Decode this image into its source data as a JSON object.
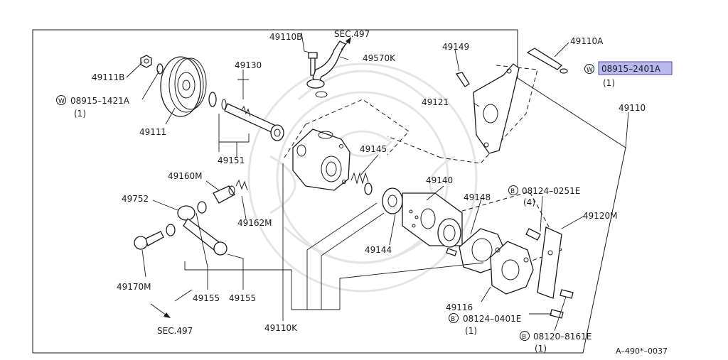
{
  "diagram": {
    "figure_id": "A–490*–0037",
    "labels": {
      "p49110B": "49110B",
      "sec497_top": "SEC.497",
      "p49570K": "49570K",
      "p49149": "49149",
      "p49110A": "49110A",
      "washer_top_marker": "W",
      "washer_top_part": "08915–2401A",
      "washer_top_qty": "(1)",
      "p49111B": "49111B",
      "p49130": "49130",
      "washer_left_marker": "W",
      "washer_left_part": "08915–1421A",
      "washer_left_qty": "(1)",
      "p49121": "49121",
      "p49110": "49110",
      "p49111": "49111",
      "p49151": "49151",
      "p49145": "49145",
      "p49160M": "49160M",
      "p49140": "49140",
      "bolt_a_marker": "B",
      "bolt_a_part": "08124–0251E",
      "bolt_a_qty": "(4)",
      "p49752": "49752",
      "p49148": "49148",
      "p49120M": "49120M",
      "p49162M": "49162M",
      "p49144": "49144",
      "p49170M": "49170M",
      "p49155a": "49155",
      "p49155b": "49155",
      "p49116": "49116",
      "bolt_b_marker": "B",
      "bolt_b_part": "08124–0401E",
      "bolt_b_qty": "(1)",
      "sec497_bottom": "SEC.497",
      "p49110K": "49110K",
      "bolt_c_marker": "B",
      "bolt_c_part": "08120–8161E",
      "bolt_c_qty": "(1)"
    },
    "colors": {
      "line": "#1a1a1a",
      "highlight": "#b9b9ef",
      "watermark": "#e4e4e4"
    }
  }
}
